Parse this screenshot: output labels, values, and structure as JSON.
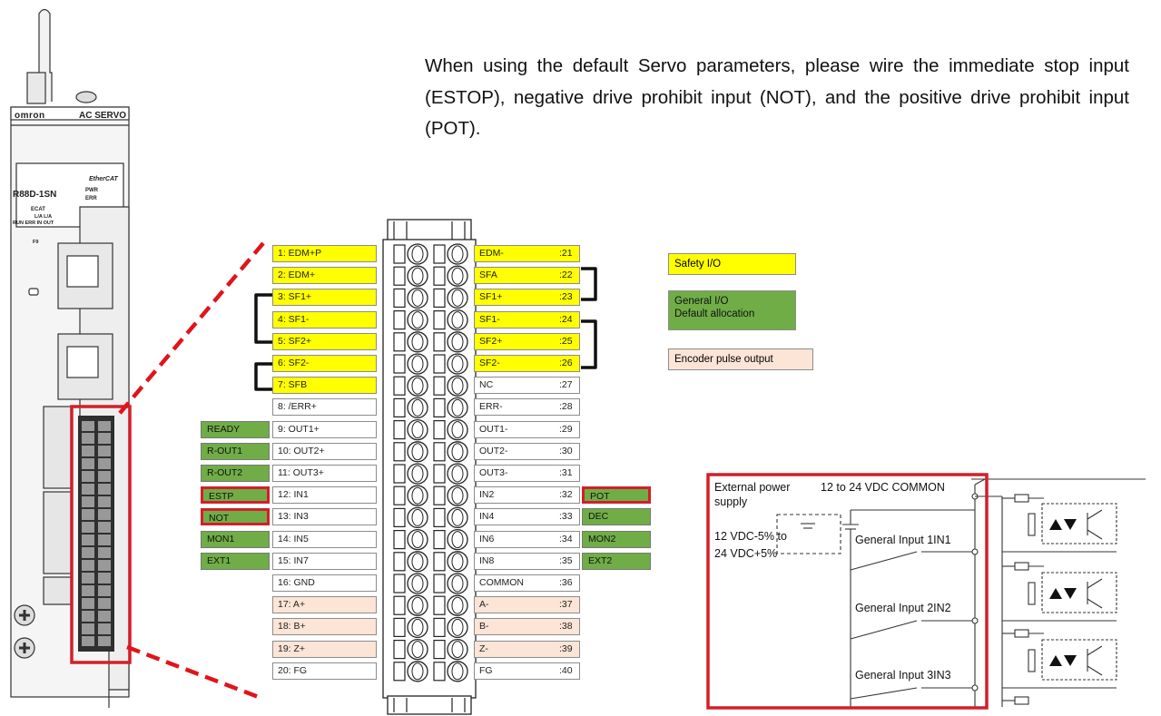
{
  "intro_text": "When using the default Servo parameters, please wire the immediate stop input (ESTOP), negative drive prohibit input (NOT), and the positive drive prohibit input (POT).",
  "drive": {
    "brand": "omron",
    "type": "AC SERVO",
    "model": "R88D-1SN",
    "bus": "EtherCAT",
    "led_pwr": "PWR",
    "led_err": "ERR",
    "ecat": "ECAT",
    "port_labels": "L/A L/A",
    "port_labels2": "RUN ERR IN OUT",
    "f9": "F9"
  },
  "left_pins": [
    {
      "label": "1: EDM+P",
      "color": "yellow"
    },
    {
      "label": "2: EDM+",
      "color": "yellow"
    },
    {
      "label": "3: SF1+",
      "color": "yellow"
    },
    {
      "label": "4: SF1-",
      "color": "yellow"
    },
    {
      "label": "5: SF2+",
      "color": "yellow"
    },
    {
      "label": "6: SF2-",
      "color": "yellow"
    },
    {
      "label": "7: SFB",
      "color": "yellow"
    },
    {
      "label": "8: /ERR+",
      "color": "white"
    },
    {
      "label": "9: OUT1+",
      "color": "white"
    },
    {
      "label": "10: OUT2+",
      "color": "white"
    },
    {
      "label": "11: OUT3+",
      "color": "white"
    },
    {
      "label": "12: IN1",
      "color": "white"
    },
    {
      "label": "13: IN3",
      "color": "white"
    },
    {
      "label": "14: IN5",
      "color": "white"
    },
    {
      "label": "15: IN7",
      "color": "white"
    },
    {
      "label": "16: GND",
      "color": "white"
    },
    {
      "label": "17: A+",
      "color": "peach"
    },
    {
      "label": "18: B+",
      "color": "peach"
    },
    {
      "label": "19: Z+",
      "color": "peach"
    },
    {
      "label": "20: FG",
      "color": "white"
    }
  ],
  "right_pins": [
    {
      "label": "EDM-",
      "num": ":21",
      "color": "yellow"
    },
    {
      "label": "SFA",
      "num": ":22",
      "color": "yellow"
    },
    {
      "label": "SF1+",
      "num": ":23",
      "color": "yellow"
    },
    {
      "label": "SF1-",
      "num": ":24",
      "color": "yellow"
    },
    {
      "label": "SF2+",
      "num": ":25",
      "color": "yellow"
    },
    {
      "label": "SF2-",
      "num": ":26",
      "color": "yellow"
    },
    {
      "label": "NC",
      "num": ":27",
      "color": "white"
    },
    {
      "label": "ERR-",
      "num": ":28",
      "color": "white"
    },
    {
      "label": "OUT1-",
      "num": ":29",
      "color": "white"
    },
    {
      "label": "OUT2-",
      "num": ":30",
      "color": "white"
    },
    {
      "label": "OUT3-",
      "num": ":31",
      "color": "white"
    },
    {
      "label": "IN2",
      "num": ":32",
      "color": "white"
    },
    {
      "label": "IN4",
      "num": ":33",
      "color": "white"
    },
    {
      "label": "IN6",
      "num": ":34",
      "color": "white"
    },
    {
      "label": "IN8",
      "num": ":35",
      "color": "white"
    },
    {
      "label": "COMMON",
      "num": ":36",
      "color": "white"
    },
    {
      "label": "A-",
      "num": ":37",
      "color": "peach"
    },
    {
      "label": "B-",
      "num": ":38",
      "color": "peach"
    },
    {
      "label": "Z-",
      "num": ":39",
      "color": "peach"
    },
    {
      "label": "FG",
      "num": ":40",
      "color": "white"
    }
  ],
  "left_tags": [
    {
      "label": "READY",
      "highlight": false
    },
    {
      "label": "R-OUT1",
      "highlight": false
    },
    {
      "label": "R-OUT2",
      "highlight": false
    },
    {
      "label": "ESTP",
      "highlight": true
    },
    {
      "label": "NOT",
      "highlight": true
    },
    {
      "label": "MON1",
      "highlight": false
    },
    {
      "label": "EXT1",
      "highlight": false
    }
  ],
  "right_tags": [
    {
      "label": "POT",
      "highlight": true
    },
    {
      "label": "DEC",
      "highlight": false
    },
    {
      "label": "MON2",
      "highlight": false
    },
    {
      "label": "EXT2",
      "highlight": false
    }
  ],
  "legend": {
    "safety": "Safety I/O",
    "general_line1": "General I/O",
    "general_line2": "Default allocation",
    "encoder": "Encoder pulse output"
  },
  "circuit": {
    "ext_power_line1": "External power",
    "ext_power_line2": "supply",
    "range_line1": "12 VDC-5% to",
    "range_line2": "24 VDC+5%",
    "common_label": "12 to 24 VDC  COMMON",
    "inputs": [
      "General Input  1IN1",
      "General Input  2IN2",
      "General Input  3IN3"
    ]
  },
  "colors": {
    "yellow": "#ffff00",
    "green": "#70ad47",
    "peach": "#fce4d6",
    "highlight_red": "#d31f2a"
  }
}
